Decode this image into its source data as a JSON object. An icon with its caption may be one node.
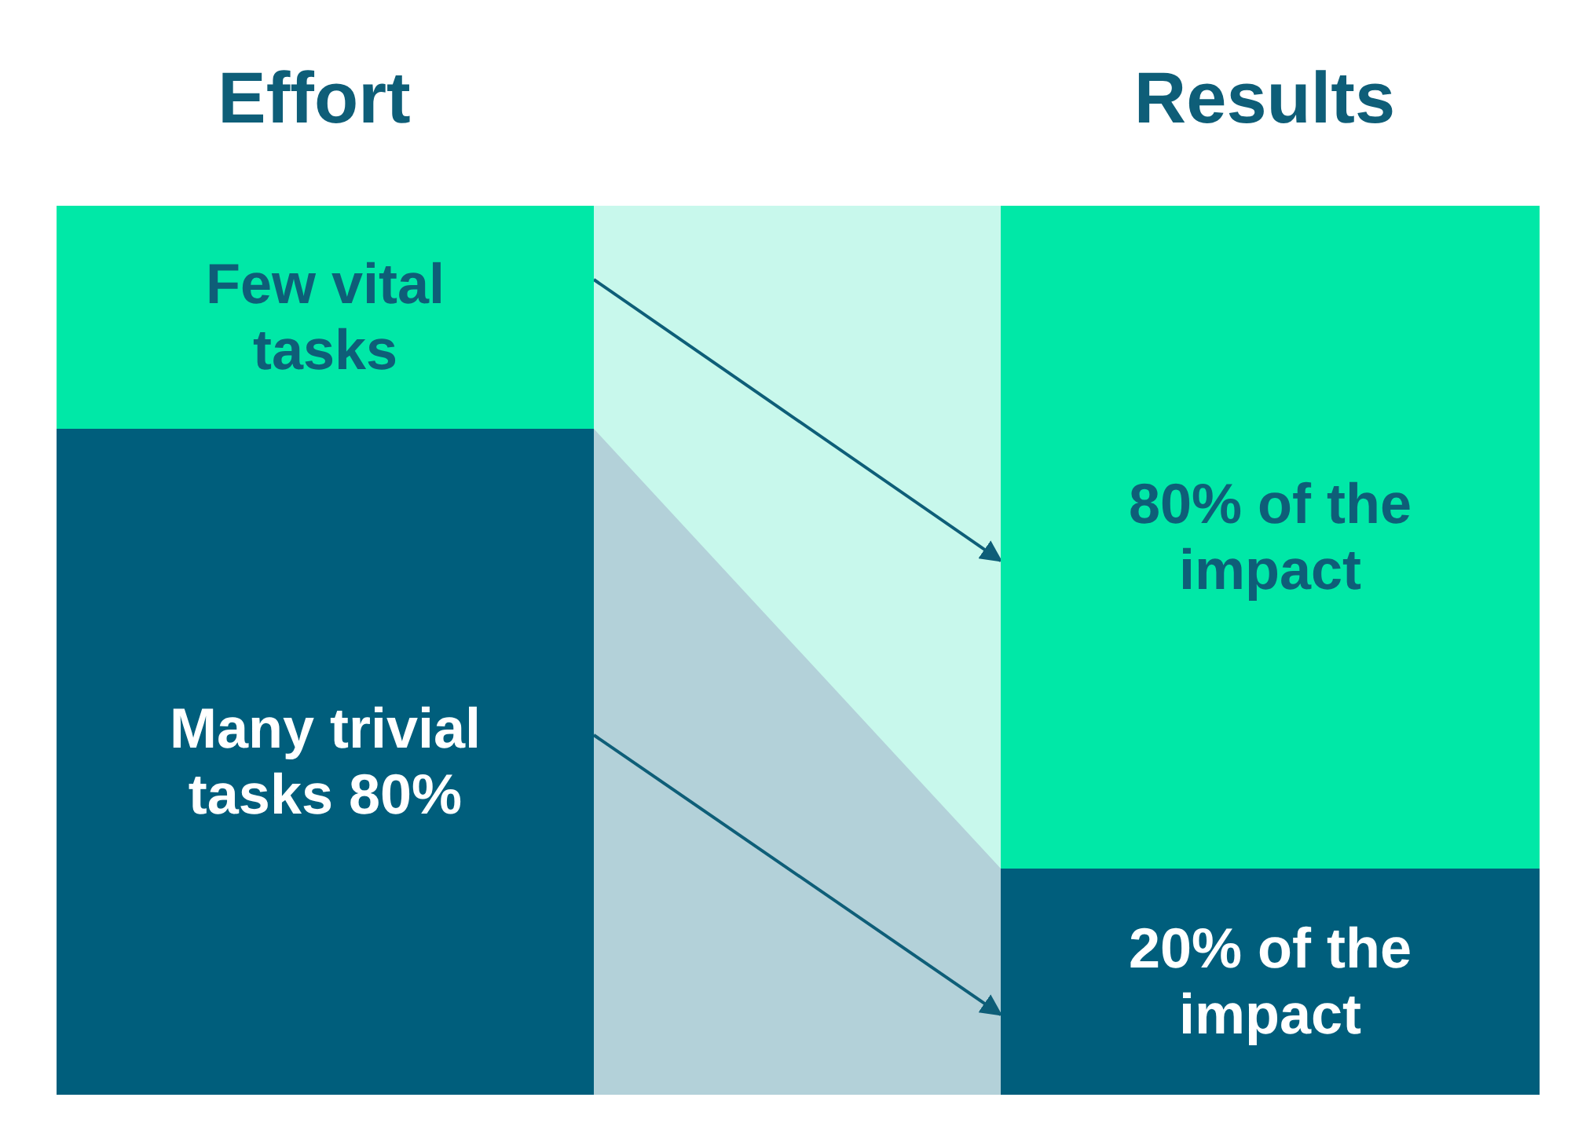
{
  "diagram": {
    "nodes": [
      {
        "text": [
          "Few vital tasks"
        ]
      },
      {
        "text": [
          "Many trivial tasks 80%"
        ]
      },
      {
        "text": [
          "80% of the impact"
        ]
      },
      {
        "text": [
          "20% of the impact"
        ]
      }
    ],
    "edges": [
      {
        "from": 0,
        "to": 2,
        "arrow": "to"
      },
      {
        "from": 1,
        "to": 3,
        "arrow": "to"
      }
    ],
    "labels": [
      "Effort",
      "Results"
    ]
  }
}
